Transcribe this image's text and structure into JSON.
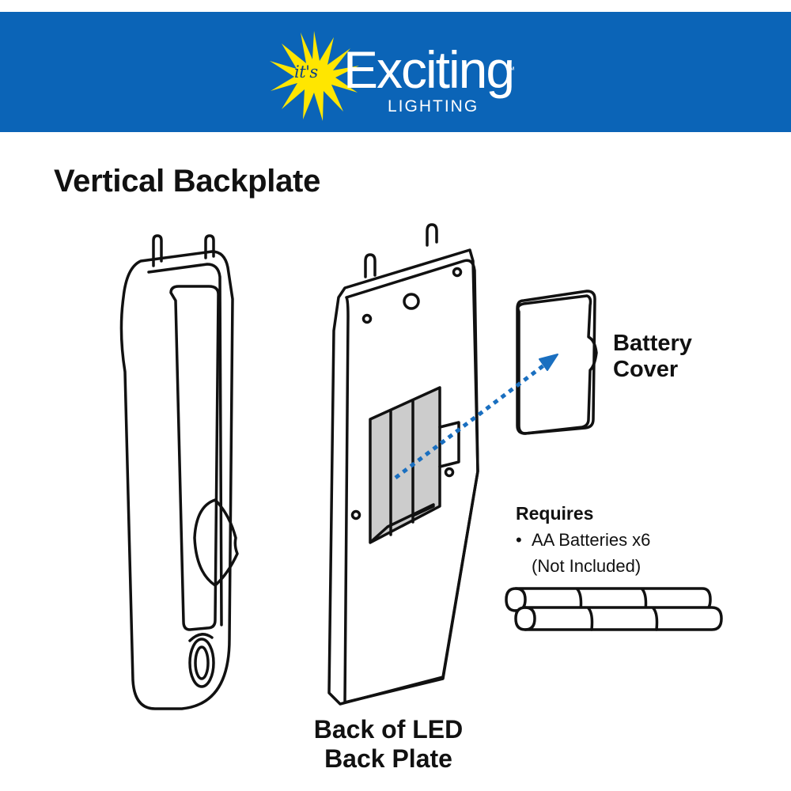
{
  "brand": {
    "its": "it's",
    "name": "Exciting",
    "trademark": "™",
    "sub": "LIGHTING",
    "colors": {
      "banner": "#0b64b7",
      "sun": "#ffe600",
      "its_text": "#0a3f86"
    }
  },
  "page_title": "Vertical Backplate",
  "labels": {
    "battery_cover": [
      "Battery",
      "Cover"
    ],
    "back_plate": [
      "Back of LED",
      "Back Plate"
    ]
  },
  "requirements": {
    "heading": "Requires",
    "bullet": "•",
    "item": "AA Batteries x6",
    "note": "(Not Included)"
  },
  "colors": {
    "arrow": "#1a6fc0",
    "battery_bay_fill": "#cccccc",
    "outline": "#111111"
  },
  "icons": [
    "sun-burst-icon",
    "dotted-arrow-icon",
    "aa-battery-icon"
  ]
}
